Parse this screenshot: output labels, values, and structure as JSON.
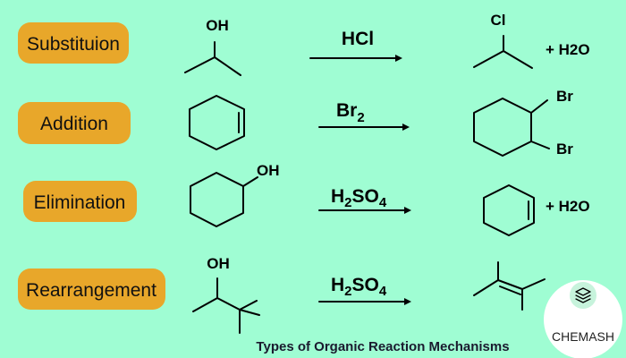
{
  "title": "Types of Organic Reaction Mechanisms",
  "colors": {
    "background": "#9ffdd3",
    "pill": "#e8a72a",
    "logo_circle": "#c7f3dc"
  },
  "reactions": [
    {
      "type": "Substituion",
      "reagent": "HCl",
      "reactant_atoms": [
        "OH"
      ],
      "product_atoms": [
        "Cl"
      ],
      "byproduct": "+  H2O"
    },
    {
      "type": "Addition",
      "reagent": "Br",
      "reagent_sub": "2",
      "reactant_atoms": [],
      "product_atoms": [
        "Br",
        "Br"
      ]
    },
    {
      "type": "Elimination",
      "reagent": "H",
      "reagent_sub": "2",
      "reagent_mid": "SO",
      "reagent_sub2": "4",
      "reactant_atoms": [
        "OH"
      ],
      "byproduct": "+  H2O"
    },
    {
      "type": "Rearrangement",
      "reagent": "H",
      "reagent_sub": "2",
      "reagent_mid": "SO",
      "reagent_sub2": "4",
      "reactant_atoms": [
        "OH"
      ]
    }
  ],
  "logo": {
    "name": "CHEMASH",
    "icon": "layers-stack-icon"
  }
}
